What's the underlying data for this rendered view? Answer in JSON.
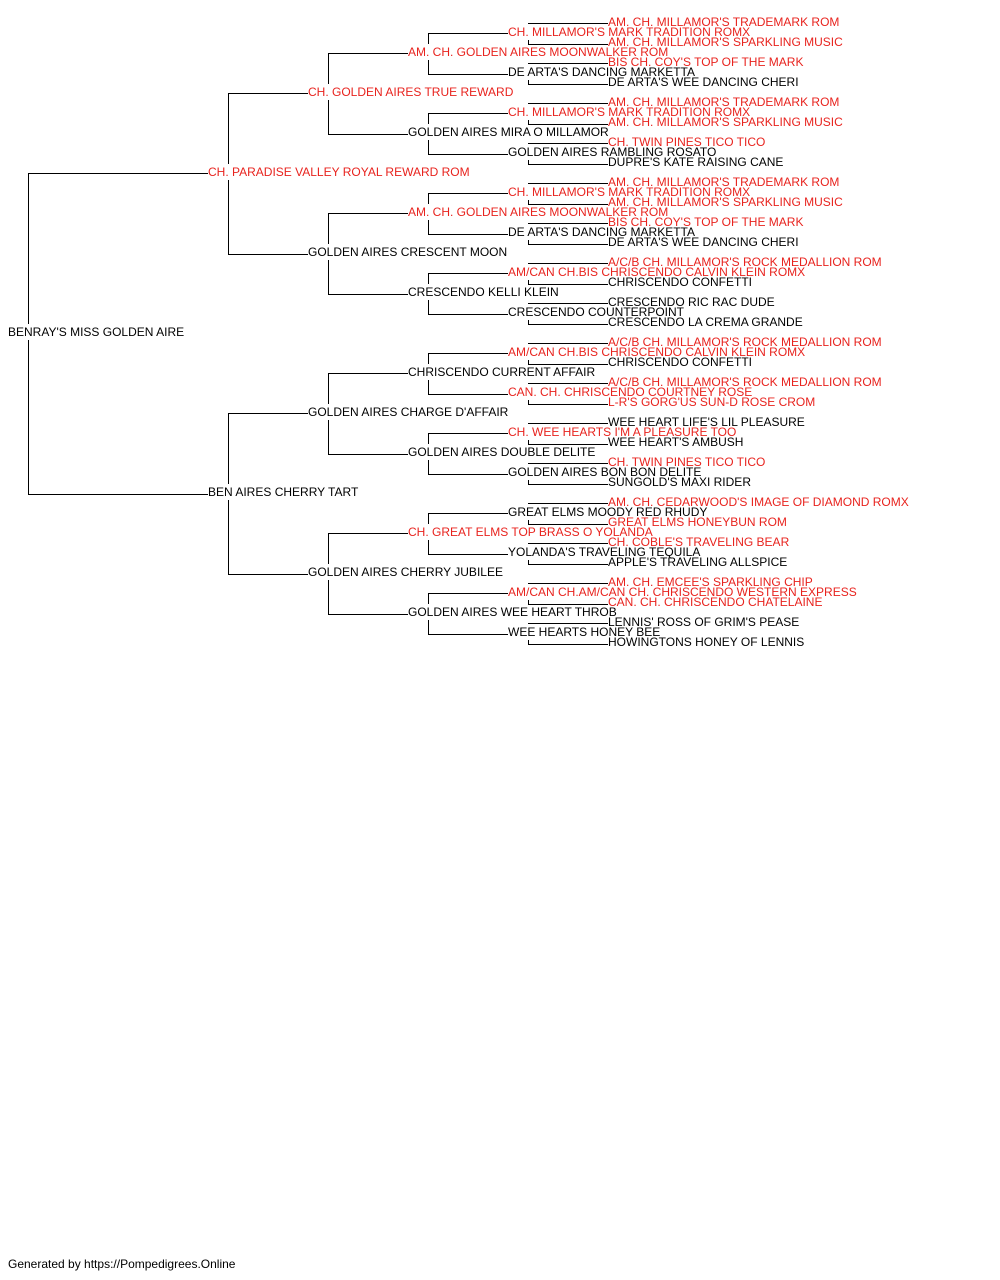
{
  "colors": {
    "champion": "#e8231e",
    "regular": "#000000",
    "line": "#000000"
  },
  "pedigree": {
    "name": "BENRAY'S MISS GOLDEN AIRE",
    "ch": false,
    "sire": {
      "name": "CH. PARADISE VALLEY ROYAL REWARD ROM",
      "ch": true,
      "sire": {
        "name": "CH. GOLDEN AIRES TRUE REWARD",
        "ch": true,
        "sire": {
          "name": "AM. CH. GOLDEN AIRES MOONWALKER ROM",
          "ch": true,
          "sire": {
            "name": "CH. MILLAMOR'S MARK TRADITION ROMX",
            "ch": true,
            "sire": {
              "name": "AM. CH. MILLAMOR'S TRADEMARK ROM",
              "ch": true
            },
            "dam": {
              "name": "AM. CH. MILLAMOR'S SPARKLING MUSIC",
              "ch": true
            }
          },
          "dam": {
            "name": "DE ARTA'S DANCING MARKETTA",
            "ch": false,
            "sire": {
              "name": "BIS CH. COY'S TOP OF THE MARK",
              "ch": true
            },
            "dam": {
              "name": "DE ARTA'S WEE DANCING CHERI",
              "ch": false
            }
          }
        },
        "dam": {
          "name": "GOLDEN AIRES MIRA O MILLAMOR",
          "ch": false,
          "sire": {
            "name": "CH. MILLAMOR'S MARK TRADITION ROMX",
            "ch": true,
            "sire": {
              "name": "AM. CH. MILLAMOR'S TRADEMARK ROM",
              "ch": true
            },
            "dam": {
              "name": "AM. CH. MILLAMOR'S SPARKLING MUSIC",
              "ch": true
            }
          },
          "dam": {
            "name": "GOLDEN AIRES RAMBLING ROSATO",
            "ch": false,
            "sire": {
              "name": "CH. TWIN PINES TICO TICO",
              "ch": true
            },
            "dam": {
              "name": "DUPRE'S KATE RAISING CANE",
              "ch": false
            }
          }
        }
      },
      "dam": {
        "name": "GOLDEN AIRES CRESCENT MOON",
        "ch": false,
        "sire": {
          "name": "AM. CH. GOLDEN AIRES MOONWALKER ROM",
          "ch": true,
          "sire": {
            "name": "CH. MILLAMOR'S MARK TRADITION ROMX",
            "ch": true,
            "sire": {
              "name": "AM. CH. MILLAMOR'S TRADEMARK ROM",
              "ch": true
            },
            "dam": {
              "name": "AM. CH. MILLAMOR'S SPARKLING MUSIC",
              "ch": true
            }
          },
          "dam": {
            "name": "DE ARTA'S DANCING MARKETTA",
            "ch": false,
            "sire": {
              "name": "BIS CH. COY'S TOP OF THE MARK",
              "ch": true
            },
            "dam": {
              "name": "DE ARTA'S WEE DANCING CHERI",
              "ch": false
            }
          }
        },
        "dam": {
          "name": "CRESCENDO KELLI KLEIN",
          "ch": false,
          "sire": {
            "name": "AM/CAN CH.BIS CHRISCENDO CALVIN KLEIN ROMX",
            "ch": true,
            "sire": {
              "name": "A/C/B CH. MILLAMOR'S ROCK MEDALLION ROM",
              "ch": true
            },
            "dam": {
              "name": "CHRISCENDO CONFETTI",
              "ch": false
            }
          },
          "dam": {
            "name": "CRESCENDO COUNTERPOINT",
            "ch": false,
            "sire": {
              "name": "CRESCENDO RIC RAC DUDE",
              "ch": false
            },
            "dam": {
              "name": "CRESCENDO LA CREMA GRANDE",
              "ch": false
            }
          }
        }
      }
    },
    "dam": {
      "name": "BEN AIRES CHERRY TART",
      "ch": false,
      "sire": {
        "name": "GOLDEN AIRES CHARGE D'AFFAIR",
        "ch": false,
        "sire": {
          "name": "CHRISCENDO CURRENT AFFAIR",
          "ch": false,
          "sire": {
            "name": "AM/CAN CH.BIS CHRISCENDO CALVIN KLEIN ROMX",
            "ch": true,
            "sire": {
              "name": "A/C/B CH. MILLAMOR'S ROCK MEDALLION ROM",
              "ch": true
            },
            "dam": {
              "name": "CHRISCENDO CONFETTI",
              "ch": false
            }
          },
          "dam": {
            "name": "CAN. CH. CHRISCENDO COURTNEY ROSE",
            "ch": true,
            "sire": {
              "name": "A/C/B CH. MILLAMOR'S ROCK MEDALLION ROM",
              "ch": true
            },
            "dam": {
              "name": "L-R'S GORG'US SUN-D ROSE CROM",
              "ch": true
            }
          }
        },
        "dam": {
          "name": "GOLDEN AIRES DOUBLE DELITE",
          "ch": false,
          "sire": {
            "name": "CH. WEE HEARTS I'M A PLEASURE TOO",
            "ch": true,
            "sire": {
              "name": "WEE HEART LIFE'S LIL PLEASURE",
              "ch": false
            },
            "dam": {
              "name": "WEE HEART'S AMBUSH",
              "ch": false
            }
          },
          "dam": {
            "name": "GOLDEN AIRES BON BON DELITE",
            "ch": false,
            "sire": {
              "name": "CH. TWIN PINES TICO TICO",
              "ch": true
            },
            "dam": {
              "name": "SUNGOLD'S MAXI RIDER",
              "ch": false
            }
          }
        }
      },
      "dam": {
        "name": "GOLDEN AIRES CHERRY JUBILEE",
        "ch": false,
        "sire": {
          "name": "CH. GREAT ELMS TOP BRASS O YOLANDA",
          "ch": true,
          "sire": {
            "name": "GREAT ELMS MOODY RED RHUDY",
            "ch": false,
            "sire": {
              "name": "AM. CH. CEDARWOOD'S IMAGE OF DIAMOND ROMX",
              "ch": true
            },
            "dam": {
              "name": "GREAT ELMS HONEYBUN ROM",
              "ch": true
            }
          },
          "dam": {
            "name": "YOLANDA'S TRAVELING TEQUILA",
            "ch": false,
            "sire": {
              "name": "CH. COBLE'S TRAVELING BEAR",
              "ch": true
            },
            "dam": {
              "name": "APPLE'S TRAVELING ALLSPICE",
              "ch": false
            }
          }
        },
        "dam": {
          "name": "GOLDEN AIRES WEE HEART THROB",
          "ch": false,
          "sire": {
            "name": "AM/CAN CH.AM/CAN CH. CHRISCENDO WESTERN EXPRESS",
            "ch": true,
            "sire": {
              "name": "AM. CH. EMCEE'S SPARKLING CHIP",
              "ch": true
            },
            "dam": {
              "name": "CAN. CH. CHRISCENDO CHATELAINE",
              "ch": true
            }
          },
          "dam": {
            "name": "WEE HEARTS HONEY BEE",
            "ch": false,
            "sire": {
              "name": "LENNIS' ROSS OF GRIM'S PEASE",
              "ch": false
            },
            "dam": {
              "name": "HOWINGTONS HONEY OF LENNIS",
              "ch": false
            }
          }
        }
      }
    }
  },
  "footer": {
    "text": "Generated by https://Pompedigrees.Online"
  }
}
